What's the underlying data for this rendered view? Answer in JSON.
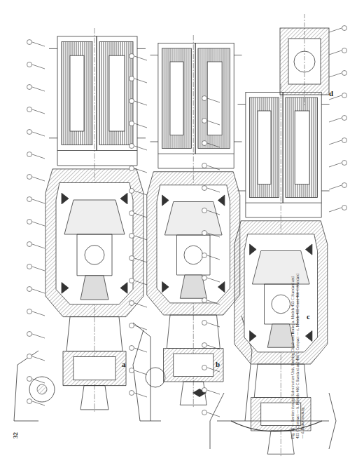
{
  "diagram": {
    "caption": "Fig. 15 — Section through Sub-structure Unit, Steering Clutch and Brake; a. Models 455 C Standard and 455 C Compact — b. Models 466 C Standard and 466 C Compact — c. Models 455 C and 466 C Standard — d. Brake housing",
    "labels": [
      "a",
      "b",
      "c",
      "d",
      "32"
    ]
  }
}
